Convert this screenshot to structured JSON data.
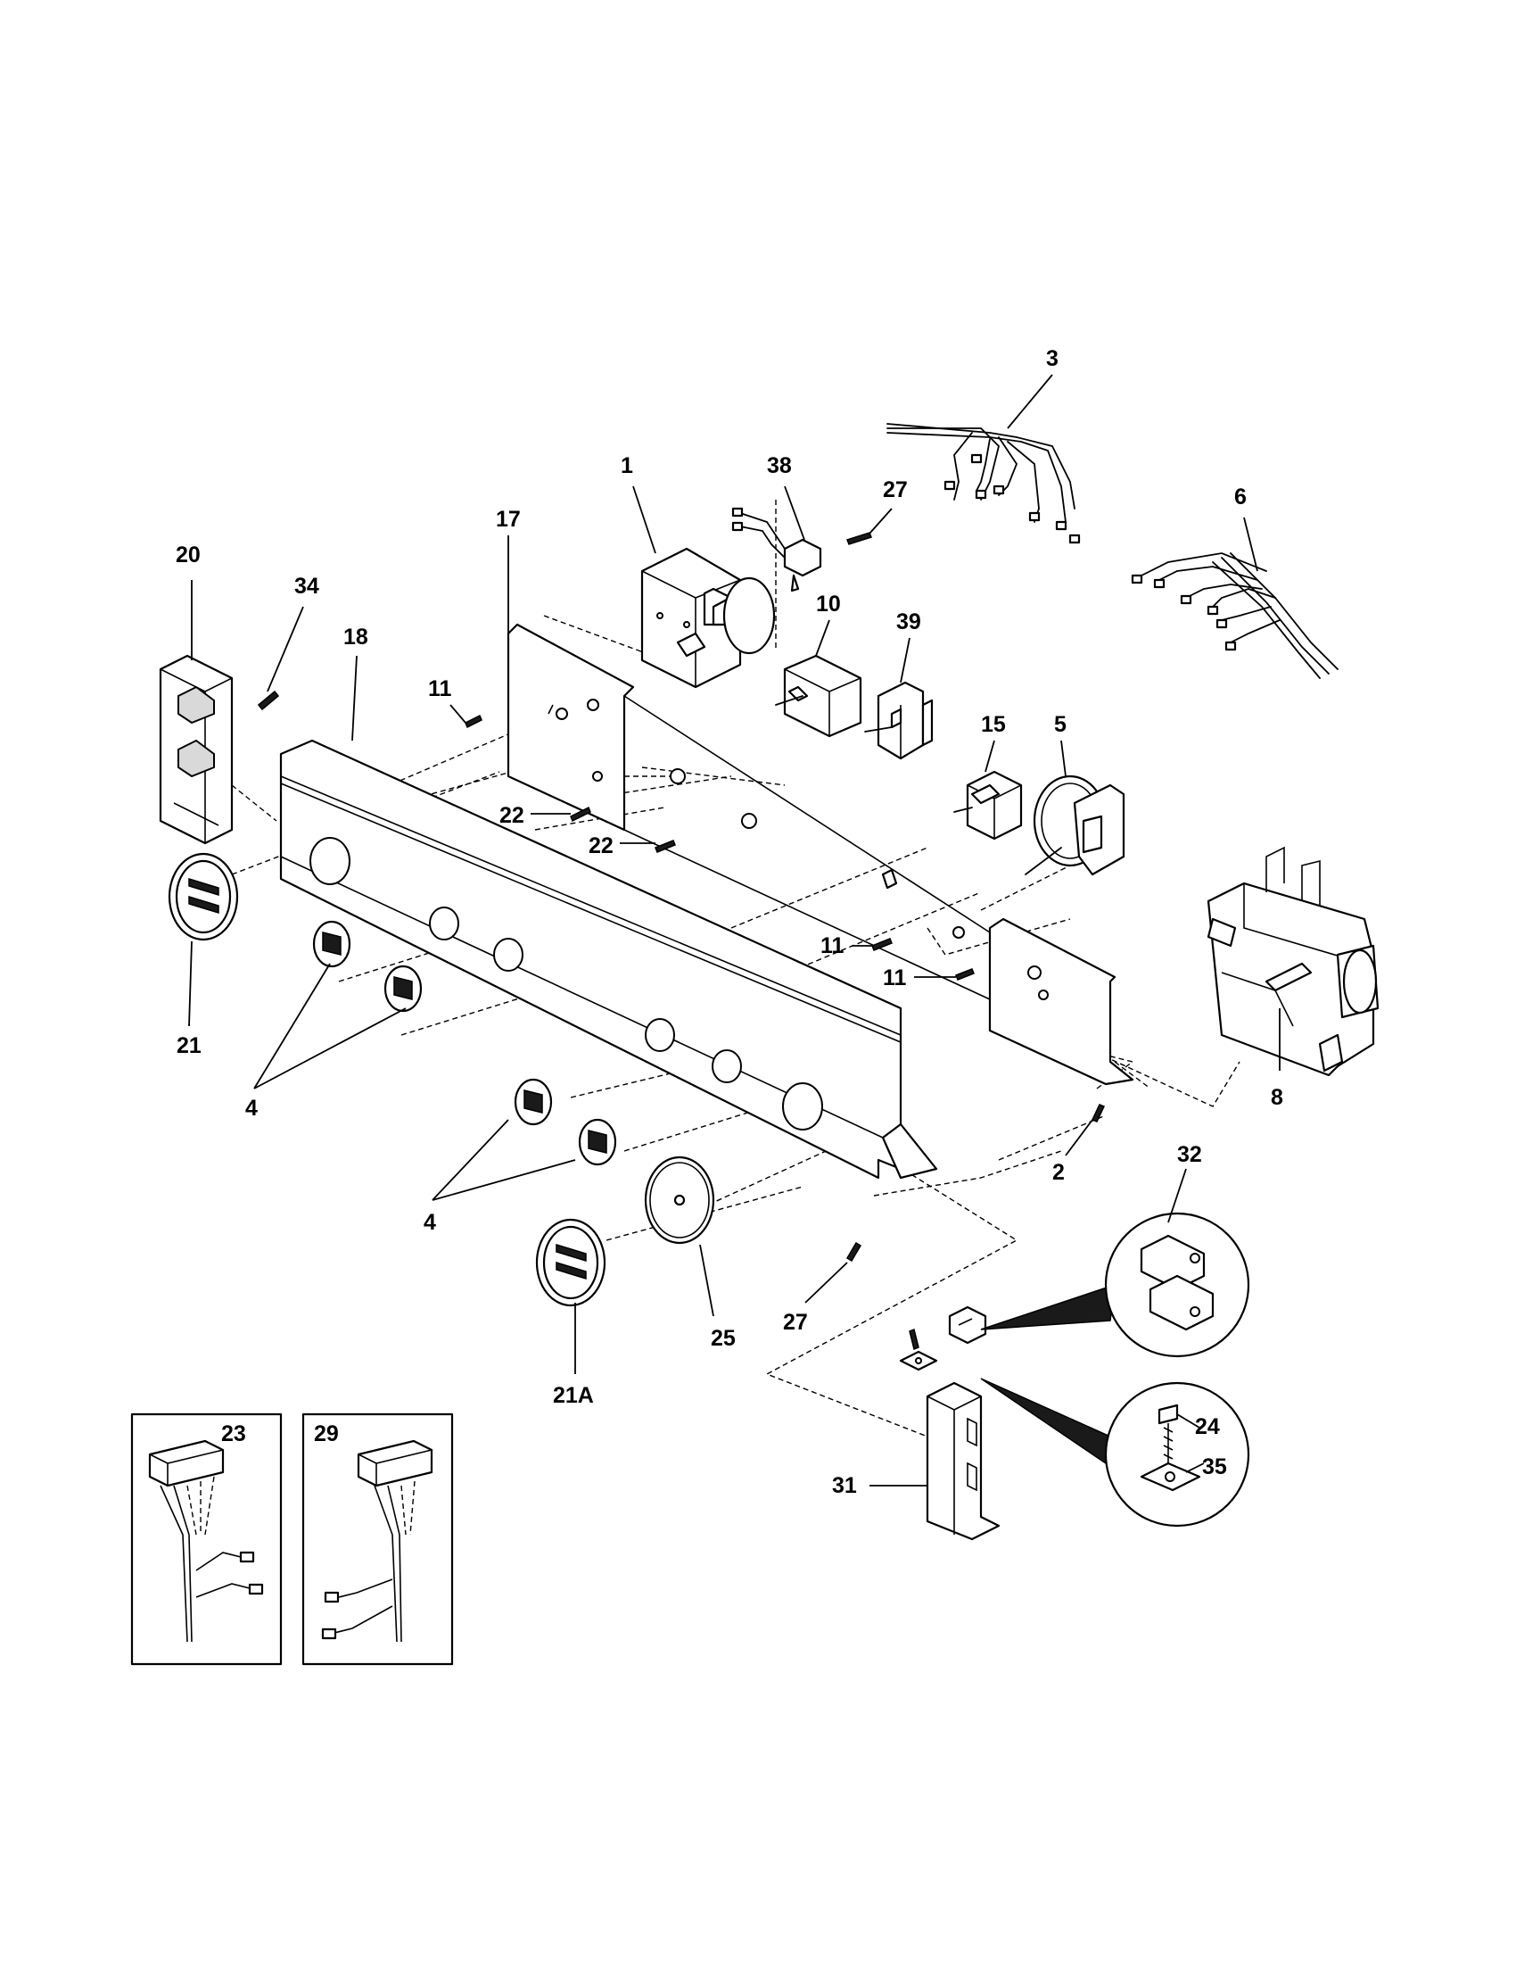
{
  "callouts": {
    "c1": "1",
    "c2": "2",
    "c3": "3",
    "c4a": "4",
    "c4b": "4",
    "c5": "5",
    "c6": "6",
    "c8": "8",
    "c10": "10",
    "c11a": "11",
    "c11b": "11",
    "c11c": "11",
    "c15": "15",
    "c17": "17",
    "c18": "18",
    "c20": "20",
    "c21": "21",
    "c21a": "21A",
    "c22a": "22",
    "c22b": "22",
    "c23": "23",
    "c24": "24",
    "c25": "25",
    "c27a": "27",
    "c27b": "27",
    "c29": "29",
    "c31": "31",
    "c32": "32",
    "c34": "34",
    "c35": "35",
    "c38": "38",
    "c39": "39"
  },
  "colors": {
    "line": "#000000",
    "background": "#ffffff",
    "shade": "#d9d9d9"
  }
}
